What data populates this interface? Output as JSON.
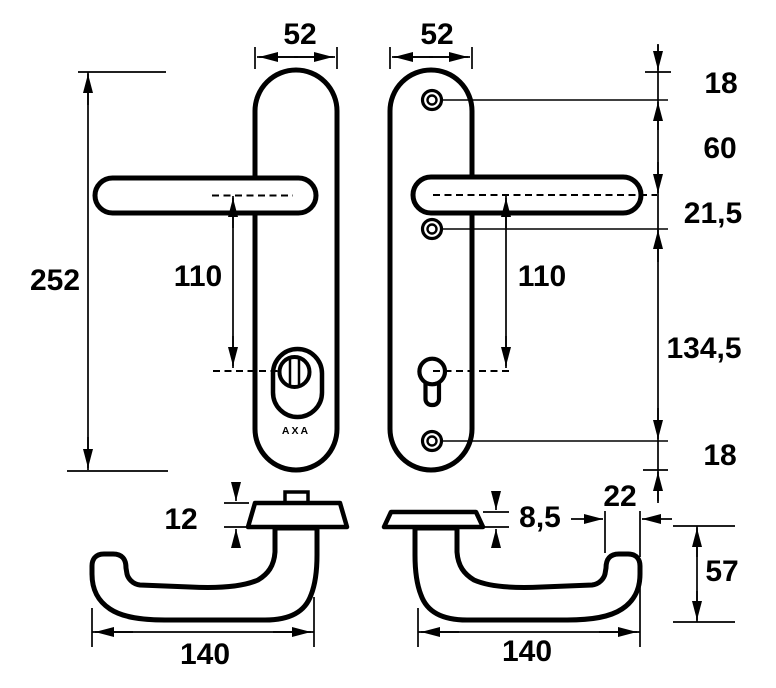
{
  "diagram": {
    "type": "technical-drawing",
    "subject": "door-handle-backplate-dimension-drawing",
    "background_color": "#ffffff",
    "line_color": "#000000",
    "brand_label": "AXA"
  },
  "views": {
    "front_left": "backplate outside view with cylinder escutcheon",
    "front_right": "backplate inside view with euro keyhole and three screw holes",
    "side_left": "handle side profile with 12 mm rose",
    "side_right": "handle side profile with 8,5 mm rose"
  },
  "dimensions": {
    "plate_width_left": "52",
    "plate_width_right": "52",
    "plate_height": "252",
    "cl_to_cylinder_left": "110",
    "cl_to_keyhole_right": "110",
    "top_to_screw1": "18",
    "screw1_to_cl": "60",
    "cl_to_screw2": "21,5",
    "screw2_to_screw3": "134,5",
    "screw3_to_bottom": "18",
    "rose_thickness_left": "12",
    "rose_thickness_right": "8,5",
    "grip_end_width": "22",
    "handle_drop": "57",
    "handle_length_left": "140",
    "handle_length_right": "140"
  }
}
